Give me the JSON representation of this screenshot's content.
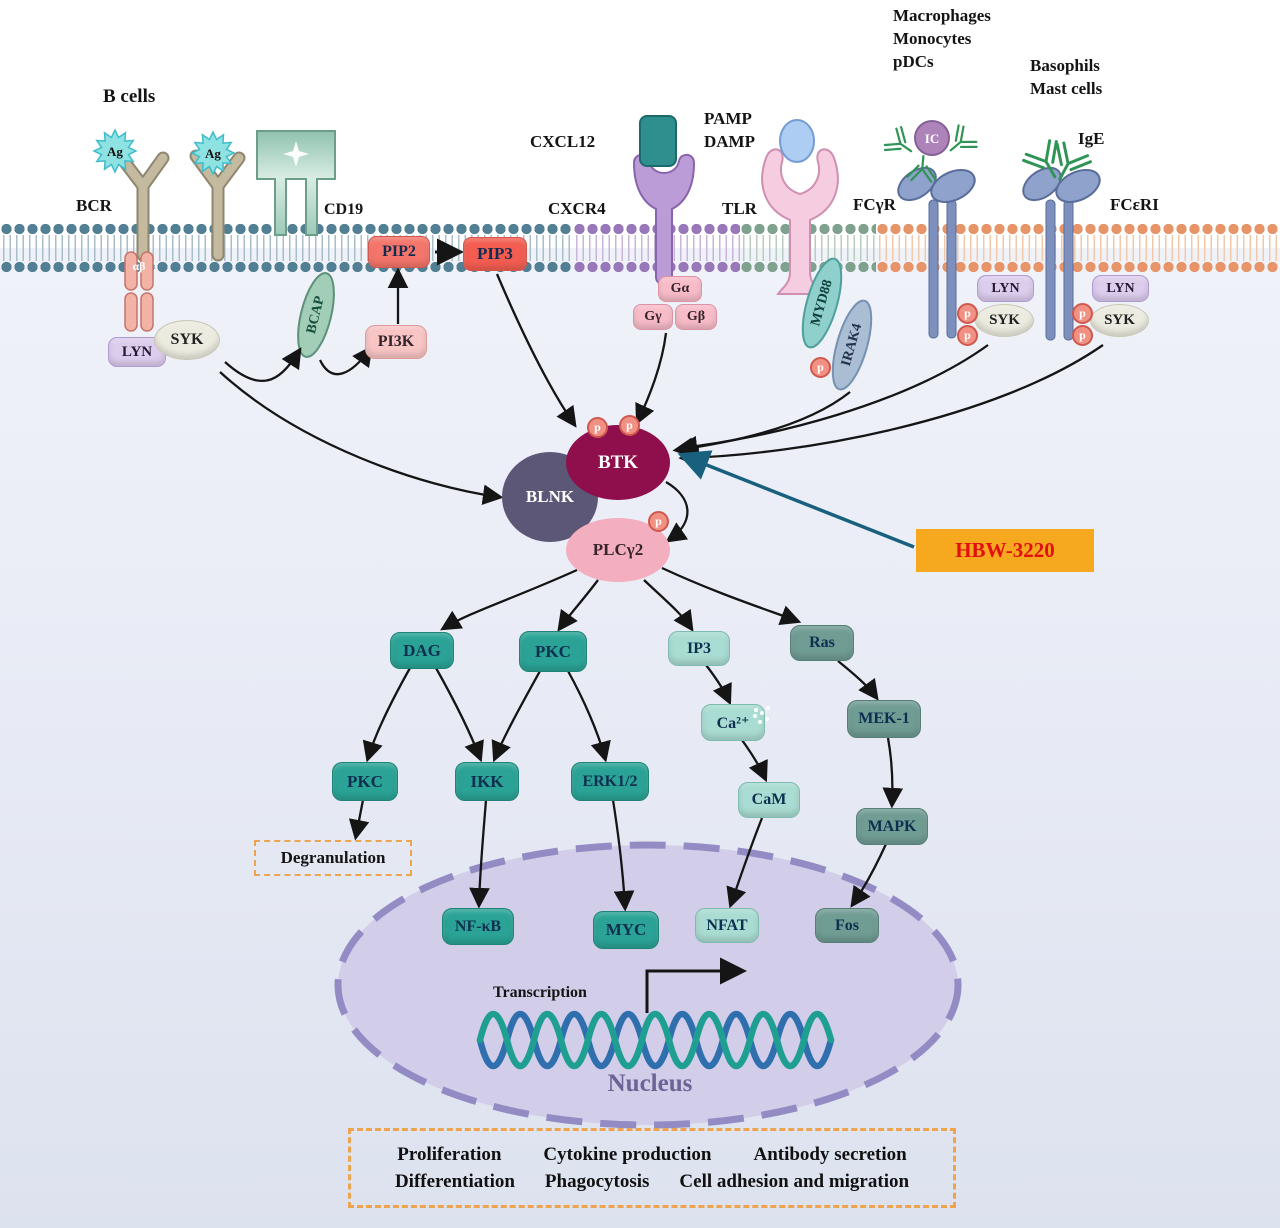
{
  "cells": {
    "b_cells": "B cells",
    "macrophages": "Macrophages",
    "monocytes": "Monocytes",
    "pdcs": "pDCs",
    "basophils": "Basophils",
    "mast_cells": "Mast cells"
  },
  "membrane": {
    "bcr": "BCR",
    "ag": "Ag",
    "alpha_beta": "αβ",
    "cd19": "CD19",
    "cxcl12": "CXCL12",
    "cxcr4": "CXCR4",
    "pamp": "PAMP",
    "damp": "DAMP",
    "tlr": "TLR",
    "fcgr": "FCγR",
    "ic": "IC",
    "ige": "IgE",
    "fceri": "FCεRI"
  },
  "proximal": {
    "lyn": "LYN",
    "syk": "SYK",
    "bcap": "BCAP",
    "pi3k": "PI3K",
    "pip2": "PIP2",
    "pip3": "PIP3",
    "g_alpha": "Gα",
    "g_gamma": "Gγ",
    "g_beta": "Gβ",
    "myd88": "MYD88",
    "irak4": "IRAK4",
    "phospho": "p"
  },
  "hub": {
    "blnk": "BLNK",
    "btk": "BTK",
    "plcg2": "PLCγ2"
  },
  "inhibitor": {
    "name": "HBW-3220"
  },
  "cascade": {
    "dag": "DAG",
    "pkc": "PKC",
    "ip3": "IP3",
    "ras": "Ras",
    "ikk": "IKK",
    "erk12": "ERK1/2",
    "ca2": "Ca²⁺",
    "cam": "CaM",
    "mek1": "MEK-1",
    "mapk": "MAPK",
    "nfkb": "NF-κB",
    "myc": "MYC",
    "nfat": "NFAT",
    "fos": "Fos",
    "degranulation": "Degranulation"
  },
  "nucleus": {
    "transcription": "Transcription",
    "label": "Nucleus"
  },
  "outcomes": {
    "row1": [
      "Proliferation",
      "Cytokine production",
      "Antibody secretion"
    ],
    "row2": [
      "Differentiation",
      "Phagocytosis",
      "Cell adhesion and migration"
    ]
  },
  "colors": {
    "inhibitor_box": "#F6A81E",
    "inhibitor_text": "#E21010",
    "teal_node": "#2AA396",
    "seafoam_node": "#A9DCD2",
    "gray_node": "#6F9C93",
    "btk": "#8E0F4B",
    "blnk": "#5C5677",
    "plcg2": "#F3AFBF"
  }
}
